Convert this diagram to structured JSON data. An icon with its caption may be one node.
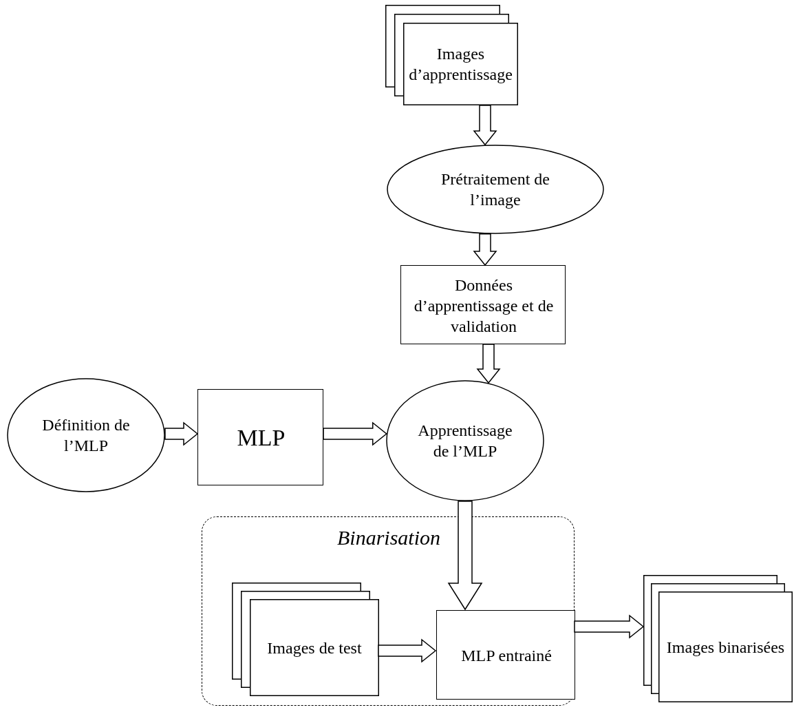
{
  "diagram": {
    "nodes": [
      {
        "text": [
          "Images d’apprentissage"
        ]
      },
      {
        "text": [
          "Prétraitement de l’image"
        ]
      },
      {
        "text": [
          "Données d’apprentissage et de validation"
        ]
      },
      {
        "text": [
          "Définition de l’MLP"
        ]
      },
      {
        "text": [
          "MLP"
        ]
      },
      {
        "text": [
          "Apprentissage de l’MLP"
        ]
      },
      {
        "text": [
          "Binarisation"
        ]
      },
      {
        "text": [
          "Images de test"
        ],
        "in": 6
      },
      {
        "text": [
          "MLP entrainé"
        ],
        "in": 6
      },
      {
        "text": [
          "Images binarisées"
        ]
      }
    ],
    "edges": [
      {
        "from": 0,
        "to": 1,
        "arrow": "to"
      },
      {
        "from": 1,
        "to": 2,
        "arrow": "to"
      },
      {
        "from": 2,
        "to": 5,
        "arrow": "to"
      },
      {
        "from": 3,
        "to": 4,
        "arrow": "to"
      },
      {
        "from": 4,
        "to": 5,
        "arrow": "to"
      },
      {
        "from": 5,
        "to": 8,
        "arrow": "to"
      },
      {
        "from": 7,
        "to": 8,
        "arrow": "to"
      },
      {
        "from": 8,
        "to": 9,
        "arrow": "to"
      }
    ]
  }
}
